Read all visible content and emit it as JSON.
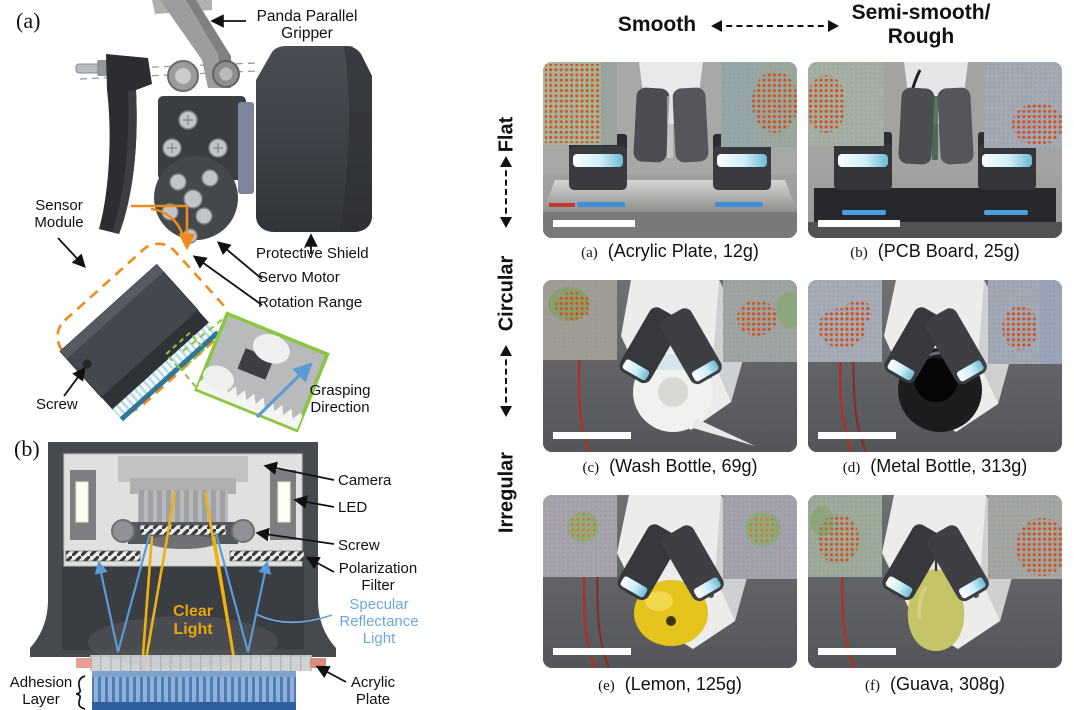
{
  "figure": {
    "panel_a": {
      "marker": "(a)",
      "labels": {
        "panda_gripper": "Panda Parallel Gripper",
        "sensor_module": "Sensor Module",
        "protective_shield": "Protective Shield",
        "servo_motor": "Servo Motor",
        "rotation_range": "Rotation Range",
        "screw": "Screw",
        "grasping_direction": "Grasping Direction"
      }
    },
    "panel_b": {
      "marker": "(b)",
      "labels": {
        "camera": "Camera",
        "led": "LED",
        "screw": "Screw",
        "polarization_filter": "Polarization Filter",
        "clear_light": "Clear Light",
        "specular_reflectance_light": "Specular Reflectance Light",
        "adhesion_layer": "Adhesion Layer",
        "acrylic_plate": "Acrylic Plate"
      }
    },
    "grid": {
      "texture_axis": {
        "left_label": "Smooth",
        "right_label_line1": "Semi-smooth/",
        "right_label_line2": "Rough"
      },
      "shape_axis": {
        "top": "Flat",
        "middle": "Circular",
        "bottom": "Irregular"
      },
      "cells": [
        {
          "marker": "(a)",
          "caption": "(Acrylic Plate, 12g)",
          "object": "acrylic-plate"
        },
        {
          "marker": "(b)",
          "caption": "(PCB Board, 25g)",
          "object": "pcb-board"
        },
        {
          "marker": "(c)",
          "caption": "(Wash Bottle, 69g)",
          "object": "wash-bottle"
        },
        {
          "marker": "(d)",
          "caption": "(Metal Bottle, 313g)",
          "object": "metal-bottle"
        },
        {
          "marker": "(e)",
          "caption": "(Lemon, 125g)",
          "object": "lemon"
        },
        {
          "marker": "(f)",
          "caption": "(Guava, 308g)",
          "object": "guava"
        }
      ]
    },
    "colors": {
      "annotation_orange": "#F08A1D",
      "annotation_green": "#8CC63E",
      "annotation_blue": "#5B9BD5",
      "clear_light_yellow": "#E9A50A",
      "specular_blue": "#6FA8DC"
    }
  }
}
